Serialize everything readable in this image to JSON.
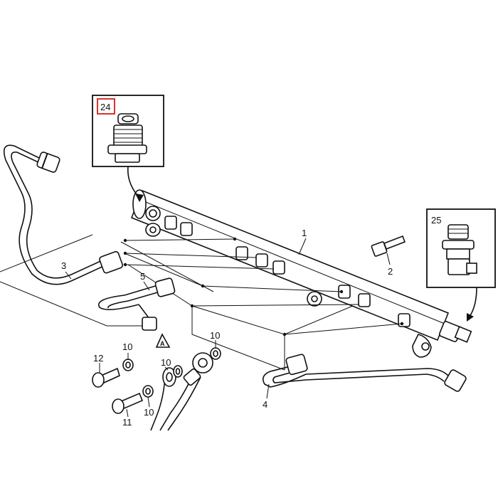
{
  "callouts": {
    "c1": "1",
    "c2": "2",
    "c3": "3",
    "c4": "4",
    "c5": "5",
    "c10a": "10",
    "c10b": "10",
    "c10c": "10",
    "c10d": "10",
    "c11": "11",
    "c12": "12",
    "cA": "A"
  },
  "detail_boxes": {
    "box24": {
      "label": "24",
      "highlight_color": "#d0201a"
    },
    "box25": {
      "label": "25"
    }
  }
}
